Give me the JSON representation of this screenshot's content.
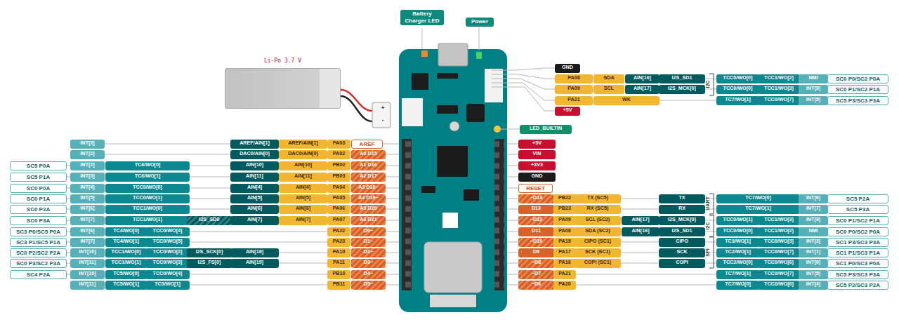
{
  "diagram": {
    "nodes": [
      {
        "text": [
          "Li-Po 3.7 V"
        ]
      }
    ],
    "labels": [
      "Battery Charger LED",
      "Power",
      "GND",
      "PA08",
      "SDA",
      "AIN[16]",
      "I2S_SD1",
      "TCC0/WO[0]",
      "TCC1/WO[2]",
      "NMI",
      "SC0 P0/SC2 P0A",
      "PA09",
      "SCL",
      "AIN[17]",
      "I2S_MCK[0]",
      "TCC0/WO[0]",
      "TCC1/WO[3]",
      "INT[9]",
      "SC0 P1/SC2 P1A",
      "PA21",
      "WK",
      "TC7/WO[1]",
      "TCC0/WO[7]",
      "INT[5]",
      "SC5 P3/SC3 P3A",
      "+5V",
      "LED_BUILTIN",
      "INT[3]",
      "AREF/AIN[1]",
      "AREF/AIN[1]",
      "PA03",
      "AREF",
      "INT[2]",
      "DAC0/AIN[0]",
      "DAC0/AIN[0]",
      "PA02",
      "A0 D15",
      "SC5 P0A",
      "INT[2]",
      "TC6/WO[0]",
      "AIN[10]",
      "AIN[10]",
      "PB02",
      "A1 D16",
      "SC5 P1A",
      "INT[3]",
      "TC6/WO[1]",
      "AIN[11]",
      "AIN[11]",
      "PB03",
      "A2 D17",
      "SC0 P0A",
      "INT[4]",
      "TCC0/WO[0]",
      "AIN[4]",
      "AIN[4]",
      "PA04",
      "A3 D18~",
      "SC0 P1A",
      "INT[5]",
      "TCC0/WO[1]",
      "AIN[5]",
      "AIN[5]",
      "PA05",
      "A4 D19~",
      "SC0 P2A",
      "INT[6]",
      "TCC1/WO[0]",
      "AIN[6]",
      "AIN[6]",
      "PA06",
      "A5 D20",
      "SC0 P3A",
      "INT[7]",
      "TCC1/WO[1]",
      "I2S_SD0",
      "AIN[7]",
      "AIN[7]",
      "PA07",
      "A6 D21",
      "SC3 P0/SC5 P0A",
      "INT[6]",
      "TC4/WO[0]",
      "TCC0/WO[4]",
      "PA22",
      "D0~",
      "SC3 P1/SC5 P1A",
      "INT[7]",
      "TC4/WO[1]",
      "TCC0/WO[5]",
      "PA23",
      "D1~",
      "SC0 P2/SC2 P2A",
      "INT[10]",
      "TCC1/WO[0]",
      "TCC0/WO[2]",
      "I2S_SCK[0]",
      "AIN[18]",
      "PA10",
      "D2~",
      "SC0 P3/SC2 P3A",
      "INT[11]",
      "TCC1/WO[1]",
      "TCC0/WO[3]",
      "I2S_FS[0]",
      "AIN[19]",
      "PA11",
      "D3~",
      "SC4 P2A",
      "INT[10]",
      "TC5/WO[0]",
      "TCC0/WO[4]",
      "PB10",
      "D4~",
      "INT[11]",
      "TC5/WO[1]",
      "TC5/WO[1]",
      "PB11",
      "D5~",
      "+5V",
      "VIN",
      "+3V3",
      "GND",
      "RESET",
      "~D14",
      "PB22",
      "TX (SC5)",
      "TX",
      "TC7/WO[0]",
      "INT[6]",
      "SC5 P2A",
      "D13",
      "PB23",
      "RX (SC5)",
      "RX",
      "TC7/WO[1]",
      "INT[7]",
      "SC5 P3A",
      "~D12",
      "PA09",
      "SCL (SC2)",
      "AIN[17]",
      "I2S_MCK[0]",
      "TCC0/WO[1]",
      "TCC1/WO[3]",
      "INT[9]",
      "SC0 P1/SC2 P1A",
      "D11",
      "PA08",
      "SDA (SC2)",
      "AIN[16]",
      "I2S_SD1",
      "TCC0/WO[0]",
      "TCC1/WO[2]",
      "NMI",
      "SC0 P0/SC2 P0A",
      "~D10",
      "PA19",
      "CIPO (SC1)",
      "CIPO",
      "TC3/WO[1]",
      "TCC0/WO[3]",
      "INT[3]",
      "SC1 P3/SC3 P3A",
      "D9",
      "PA17",
      "SCK (SC1)",
      "SCK",
      "TC2/WO[1]",
      "TCC0/WO[7]",
      "INT[1]",
      "SC1 P1/SC3 P1A",
      "~D8",
      "PA16",
      "COPI (SC1)",
      "COPI",
      "TCC2/WO[0]",
      "TCC0/WO[6]",
      "INT[0]",
      "SC1 P0/SC3 P0A",
      "~D7",
      "PA21",
      "TC7/WO[1]",
      "TCC0/WO[7]",
      "INT[5]",
      "SC5 P3/SC3 P3A",
      "~D6",
      "PA20",
      "TC7/WO[0]",
      "TCC0/WO[6]",
      "INT[4]",
      "SC5 P2/SC3 P2A",
      "I2C",
      "UART",
      "I2C",
      "SPI",
      "+",
      "-"
    ]
  }
}
